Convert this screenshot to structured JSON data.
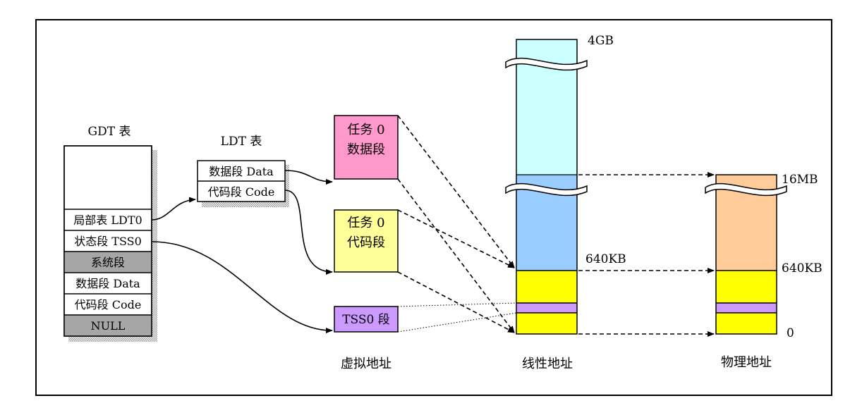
{
  "colors": {
    "gray_row": "#a6a6a6",
    "task_data": "#ff99cc",
    "task_code": "#ffff99",
    "tss": "#cc99ff",
    "linear_top": "#ccffff",
    "linear_mid": "#99ccff",
    "yellow": "#ffff00",
    "purple": "#cc99ff",
    "phys_top": "#ffcc99"
  },
  "gdt": {
    "title": "GDT 表",
    "rows": [
      "局部表 LDT0",
      "状态段 TSS0",
      "系统段",
      "数据段 Data",
      "代码段 Code",
      "NULL"
    ]
  },
  "ldt": {
    "title": "LDT 表",
    "rows": [
      "数据段 Data",
      "代码段 Code"
    ]
  },
  "virtual": {
    "task_data_line1": "任务 0",
    "task_data_line2": "数据段",
    "task_code_line1": "任务 0",
    "task_code_line2": "代码段",
    "tss": "TSS0 段",
    "caption": "虚拟地址"
  },
  "linear": {
    "label_top": "4GB",
    "label_640": "640KB",
    "caption": "线性地址"
  },
  "physical": {
    "label_16": "16MB",
    "label_640": "640KB",
    "label_0": "0",
    "caption": "物理地址"
  }
}
